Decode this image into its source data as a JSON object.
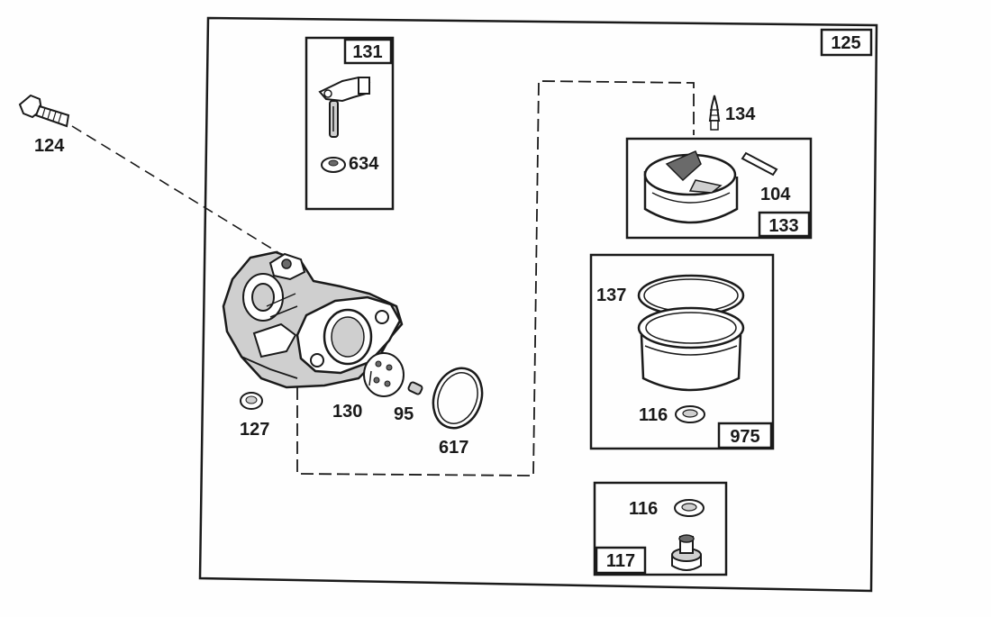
{
  "labels": {
    "125": "125",
    "131": "131",
    "634": "634",
    "124": "124",
    "134": "134",
    "104": "104",
    "133": "133",
    "137": "137",
    "116a": "116",
    "975": "975",
    "116b": "116",
    "117": "117",
    "127": "127",
    "130": "130",
    "95": "95",
    "617": "617"
  },
  "colors": {
    "ink": "#1a1a1a",
    "paper": "#fefefe"
  }
}
